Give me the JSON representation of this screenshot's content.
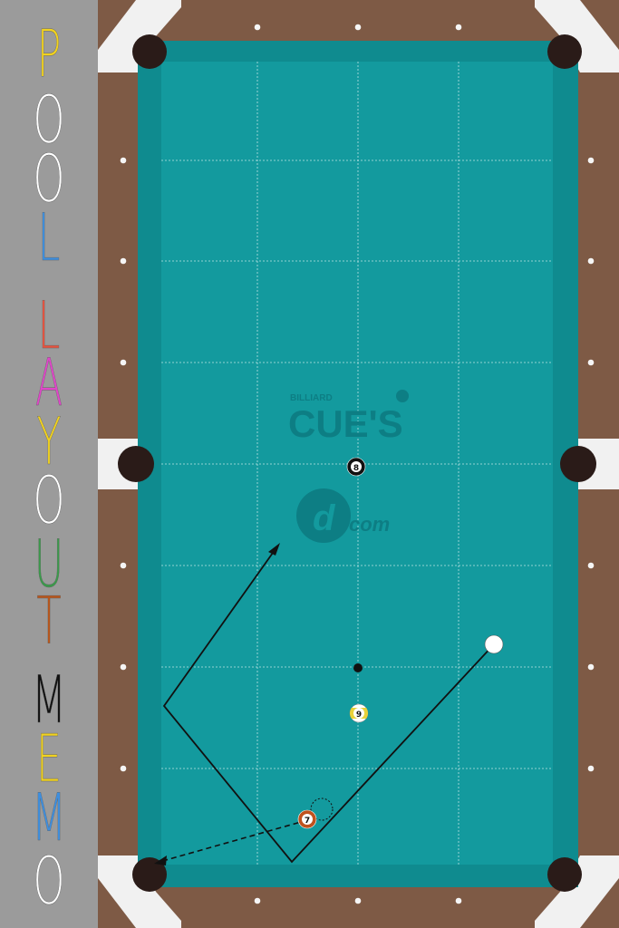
{
  "sidebar": {
    "title_letters": [
      {
        "char": "P",
        "color": "#f1d21e"
      },
      {
        "char": "O",
        "color": "#ffffff"
      },
      {
        "char": "O",
        "color": "#ffffff"
      },
      {
        "char": "L",
        "color": "#3d8fe0"
      },
      {
        "char": "L",
        "color": "#e8533f"
      },
      {
        "char": "A",
        "color": "#e046c9"
      },
      {
        "char": "Y",
        "color": "#f1d21e"
      },
      {
        "char": "O",
        "color": "#ffffff"
      },
      {
        "char": "U",
        "color": "#3a9a4a"
      },
      {
        "char": "T",
        "color": "#b9551a"
      },
      {
        "char": "M",
        "color": "#111111"
      },
      {
        "char": "E",
        "color": "#f1d21e"
      },
      {
        "char": "M",
        "color": "#3d8fe0"
      },
      {
        "char": "O",
        "color": "#ffffff"
      }
    ]
  },
  "logo": {
    "small": "BILLIARD",
    "main": "CUE'S",
    "sub": "com"
  },
  "colors": {
    "felt": "#139a9e",
    "rail_wood": "#7e5a45",
    "corner": "#f1f1f1",
    "pocket": "#2a1b18",
    "logo": "#0d7e84"
  },
  "balls": [
    {
      "id": "8",
      "label": "8",
      "type": "solid",
      "color": "#111111"
    },
    {
      "id": "9",
      "label": "9",
      "type": "stripe",
      "color": "#e8d23a"
    },
    {
      "id": "7",
      "label": "7",
      "type": "solid",
      "color": "#c0521e"
    },
    {
      "id": "cue",
      "label": "",
      "type": "cue",
      "color": "#ffffff"
    }
  ],
  "spot_marker": "foot-spot"
}
